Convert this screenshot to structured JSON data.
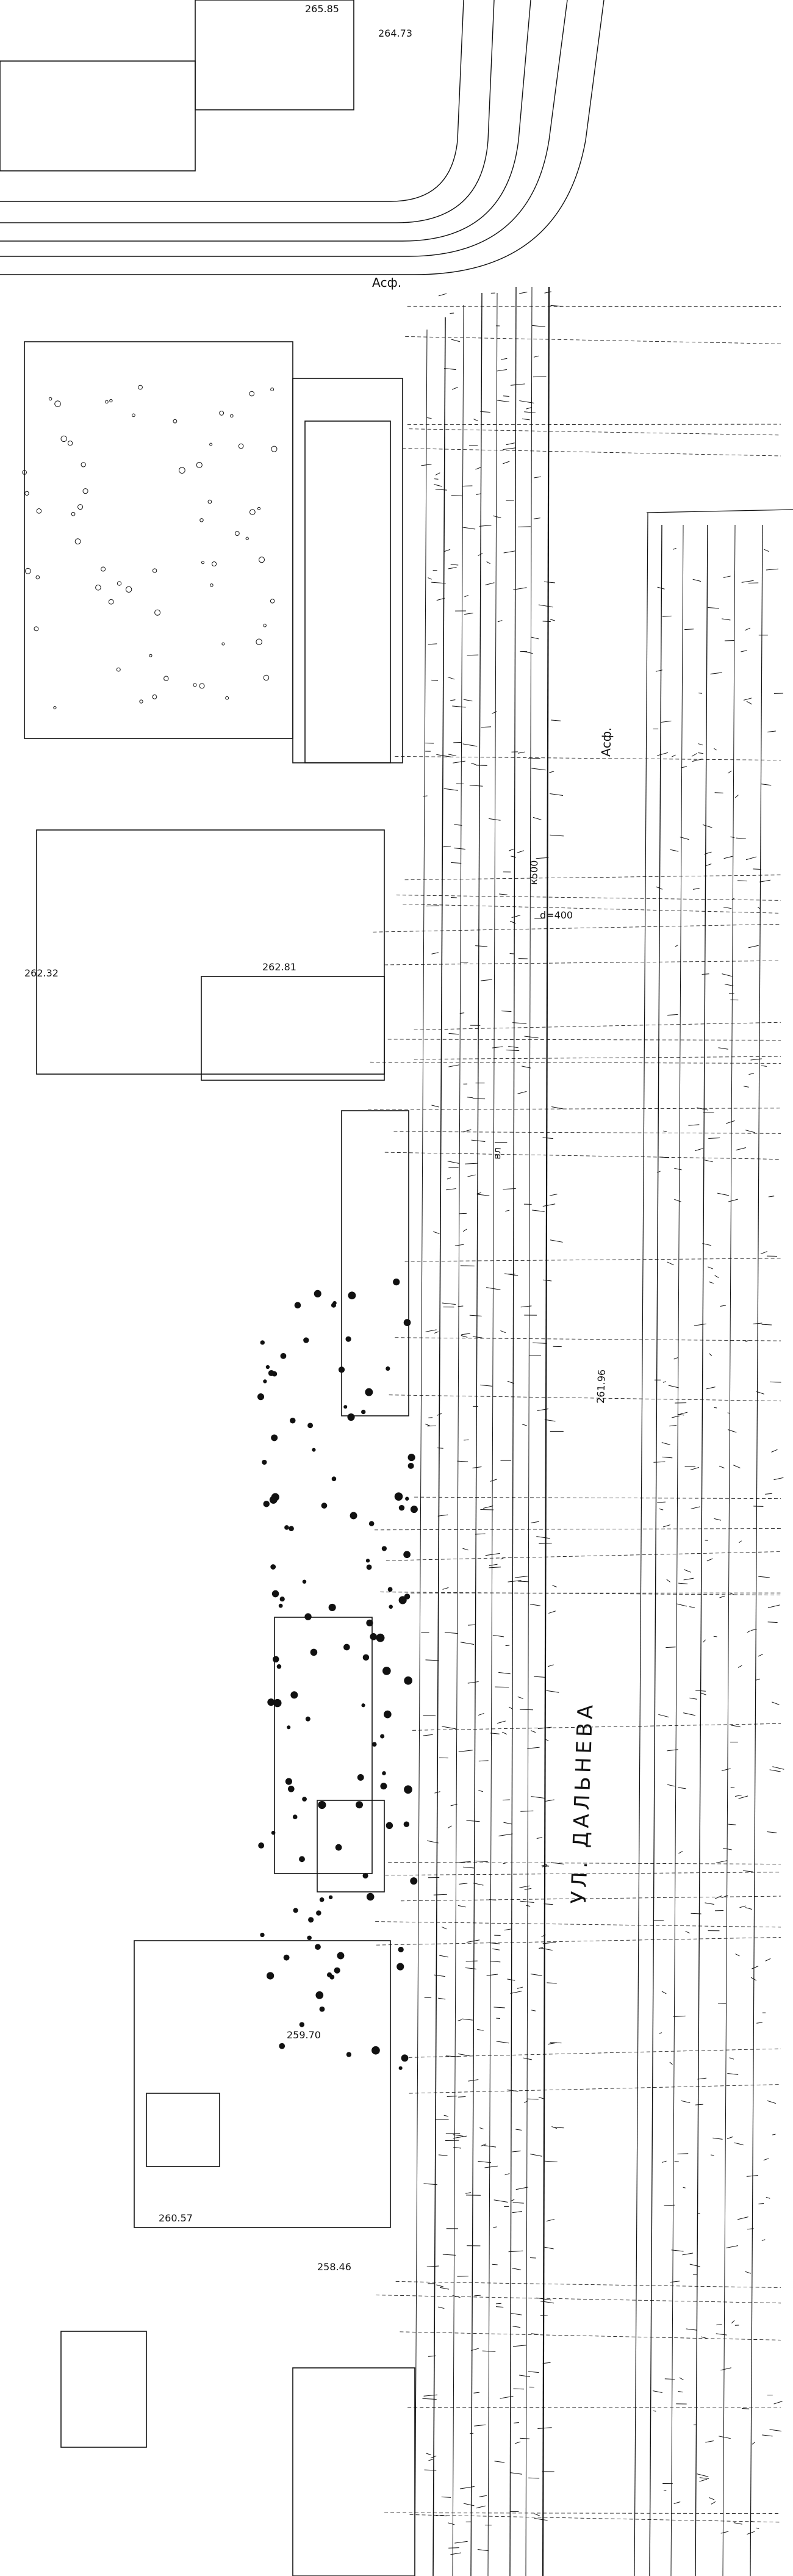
{
  "map": {
    "street_name": "УЛ. ДАЛЬНЕВА",
    "labels": {
      "asphalt_top": "Асф.",
      "asphalt_right": "Асф.",
      "diameter_400": "d=400",
      "pipe_k500": "к500",
      "pipe_bl": "вл",
      "elev_1": "265.85",
      "elev_2": "264.73",
      "elev_3": "262.81",
      "elev_4": "261.96",
      "elev_5": "259.70",
      "elev_6": "258.46",
      "elev_7": "260.57",
      "elev_8": "262.32"
    },
    "colors": {
      "ink": "#111111",
      "paper": "#ffffff"
    }
  }
}
